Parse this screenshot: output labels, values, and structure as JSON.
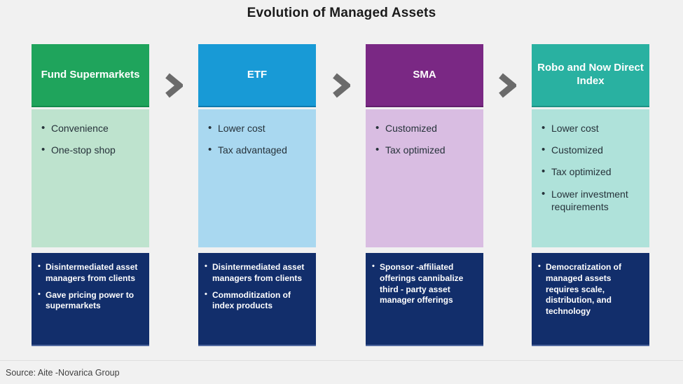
{
  "title": "Evolution of Managed Assets",
  "source_note": "Source: Aite -Novarica Group",
  "theme": {
    "background": "#F1F1F1",
    "arrow_color": "#6B6B6B",
    "impact_panel_color": "#122E6B",
    "impact_text_color": "#FFFFFF",
    "feature_text_color": "#26323A",
    "title_color": "#1B1B1B",
    "source_color": "#404040"
  },
  "columns": [
    {
      "header": "Fund Supermarkets",
      "header_color": "#1FA45C",
      "feature_panel_color": "#BEE3CE",
      "features": [
        "Convenience",
        "One-stop shop"
      ],
      "impacts": [
        "Disintermediated asset managers from clients",
        "Gave pricing power to supermarkets"
      ]
    },
    {
      "header": "ETF",
      "header_color": "#189AD6",
      "feature_panel_color": "#A9D8F0",
      "features": [
        "Lower cost",
        "Tax advantaged"
      ],
      "impacts": [
        "Disintermediated asset managers from clients",
        "Commoditization of index products"
      ]
    },
    {
      "header": "SMA",
      "header_color": "#7A2884",
      "feature_panel_color": "#D9BDE2",
      "features": [
        "Customized",
        "Tax optimized"
      ],
      "impacts": [
        "Sponsor -affiliated offerings cannibalize third - party asset manager offerings"
      ]
    },
    {
      "header": "Robo and Now Direct Index",
      "header_color": "#29B1A1",
      "feature_panel_color": "#AFE2DA",
      "features": [
        "Lower cost",
        "Customized",
        "Tax optimized",
        "Lower investment requirements"
      ],
      "impacts": [
        "Democratization of managed assets requires scale, distribution, and technology"
      ]
    }
  ]
}
